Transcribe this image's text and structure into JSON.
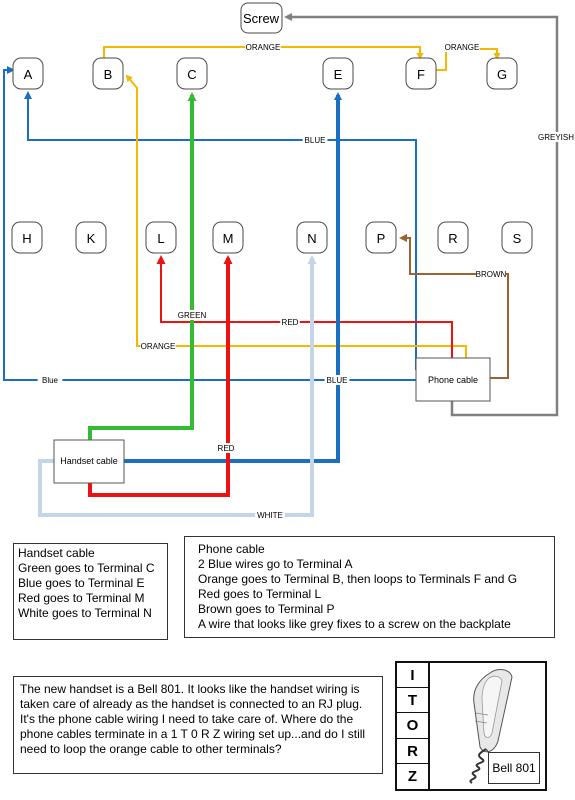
{
  "terminals_top": [
    "A",
    "B",
    "C",
    "E",
    "F",
    "G"
  ],
  "terminals_mid": [
    "H",
    "K",
    "L",
    "M",
    "N",
    "P",
    "R",
    "S"
  ],
  "screw_label": "Screw",
  "wire_labels": {
    "orange_top": "ORANGE",
    "orange_fg": "ORANGE",
    "blue_top": "BLUE",
    "greyish": "GREYISH",
    "brown": "BROWN",
    "green": "GREEN",
    "red_mid": "RED",
    "orange_mid": "ORANGE",
    "blue_left": "Blue",
    "blue_right": "BLUE",
    "red_low": "RED",
    "white": "WHITE"
  },
  "cables": {
    "phone": "Phone cable",
    "handset": "Handset cable"
  },
  "wire_colors": {
    "orange": "#f5b800",
    "blue": "#1a6fc1",
    "green": "#33bb33",
    "red": "#ee1111",
    "white": "#c5d5e8",
    "brown": "#9a6330",
    "grey": "#808080"
  },
  "handset_notes": [
    "Handset cable",
    "Green goes to Terminal C",
    "Blue goes to Terminal E",
    "Red goes to Terminal M",
    "White goes to Terminal N"
  ],
  "phone_notes": [
    "Phone cable",
    "2 Blue wires go to Terminal A",
    "Orange goes to Terminal B, then loops to Terminals F and G",
    "Red goes to Terminal L",
    "Brown goes to Terminal P",
    "A wire that looks like grey fixes to a screw on the backplate"
  ],
  "question": "The new handset is a Bell 801. It looks like the handset wiring is taken care of already as the handset is connected to an RJ plug. It's the phone cable wiring I need to take care of. Where do the phone cables terminate in a 1 T 0 R Z wiring set up...and do I still need to loop the orange cable to other terminals?",
  "itorz_letters": [
    "I",
    "T",
    "O",
    "R",
    "Z"
  ],
  "phone_model": "Bell 801"
}
